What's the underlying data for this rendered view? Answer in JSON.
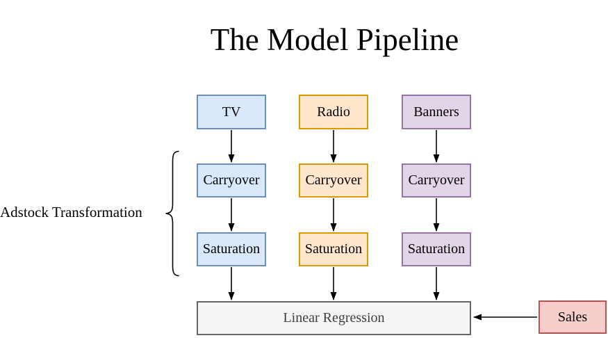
{
  "title": "The Model Pipeline",
  "annotation": {
    "label": "Adstock Transformation"
  },
  "pipeline": {
    "channels": [
      {
        "name": "TV",
        "color": "blue",
        "steps": [
          "Carryover",
          "Saturation"
        ]
      },
      {
        "name": "Radio",
        "color": "orange",
        "steps": [
          "Carryover",
          "Saturation"
        ]
      },
      {
        "name": "Banners",
        "color": "purple",
        "steps": [
          "Carryover",
          "Saturation"
        ]
      }
    ],
    "model_node": {
      "label": "Linear Regression"
    },
    "target_node": {
      "label": "Sales"
    }
  },
  "colors": {
    "blue_fill": "#dae8fc",
    "blue_border": "#6c8ebf",
    "orange_fill": "#ffe6cc",
    "orange_border": "#d79b00",
    "purple_fill": "#e1d5e7",
    "purple_border": "#9673a6",
    "red_fill": "#f8cecc",
    "red_border": "#b85450",
    "gray_fill": "#f5f5f5",
    "gray_border": "#666666",
    "gray_text": "#404040",
    "arrow": "#000000"
  }
}
